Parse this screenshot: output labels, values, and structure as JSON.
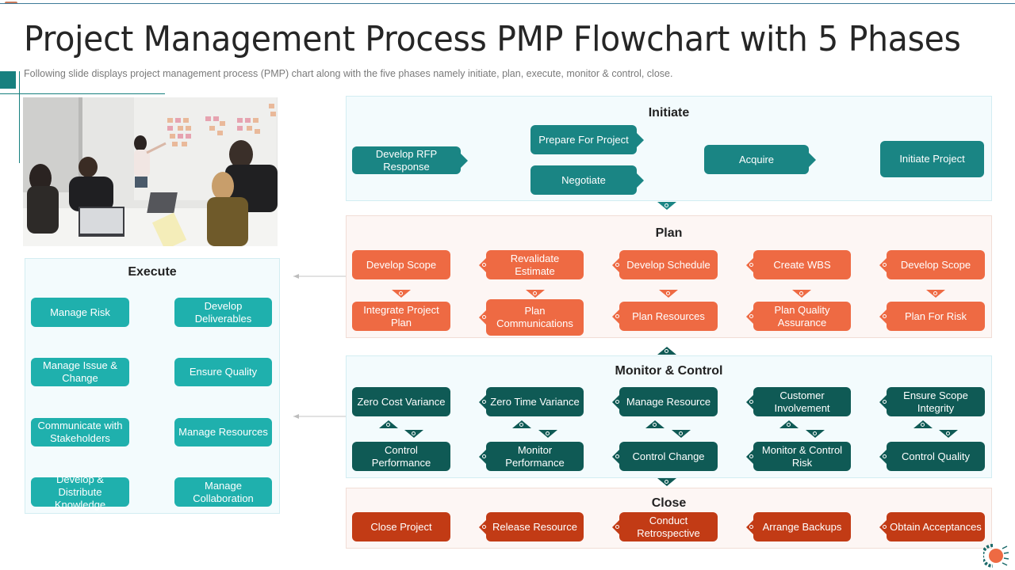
{
  "header": {
    "title": "Project Management Process PMP Flowchart with 5 Phases",
    "subtitle": "Following slide displays project management process (PMP) chart along with the five phases namely initiate, plan, execute, monitor & control, close."
  },
  "colors": {
    "initiate": "#1a8584",
    "plan": "#ee6a43",
    "monitor": "#0f5a55",
    "close": "#c23b15",
    "execute": "#1fb0ad",
    "accent": "#17807f"
  },
  "photo": {
    "description": "team meeting with sticky notes on whiteboard"
  },
  "initiate": {
    "title": "Initiate",
    "steps": [
      "Develop RFP Response",
      "Prepare For Project",
      "Negotiate",
      "Acquire",
      "Initiate Project"
    ]
  },
  "plan": {
    "title": "Plan",
    "top_row": [
      "Develop Scope",
      "Revalidate Estimate",
      "Develop Schedule",
      "Create WBS",
      "Develop Scope"
    ],
    "bottom_row": [
      "Integrate Project Plan",
      "Plan Communications",
      "Plan Resources",
      "Plan Quality Assurance",
      "Plan For Risk"
    ]
  },
  "monitor": {
    "title": "Monitor & Control",
    "top_row": [
      "Zero Cost Variance",
      "Zero Time Variance",
      "Manage Resource",
      "Customer Involvement",
      "Ensure Scope Integrity"
    ],
    "bottom_row": [
      "Control Performance",
      "Monitor Performance",
      "Control Change",
      "Monitor & Control Risk",
      "Control Quality"
    ]
  },
  "close": {
    "title": "Close",
    "steps": [
      "Close Project",
      "Release Resource",
      "Conduct Retrospective",
      "Arrange Backups",
      "Obtain Acceptances"
    ]
  },
  "execute": {
    "title": "Execute",
    "left": [
      "Manage Risk",
      "Manage Issue & Change",
      "Communicate with Stakeholders",
      "Develop & Distribute Knowledge"
    ],
    "right": [
      "Develop Deliverables",
      "Ensure Quality",
      "Manage Resources",
      "Manage Collaboration"
    ]
  },
  "logo": {
    "icon": "gear-circle-logo-icon"
  }
}
